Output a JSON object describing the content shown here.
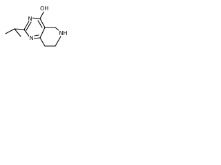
{
  "structure": {
    "atom_labels": {
      "hydroxyl": "OH",
      "nitrogen_top": "N",
      "nitrogen_bottom": "N",
      "nitrogen_ring_nh": "N",
      "hydrogen_nh": "H"
    }
  },
  "colors": {
    "bond": "#000000",
    "label": "#000000",
    "background": "#ffffff"
  }
}
